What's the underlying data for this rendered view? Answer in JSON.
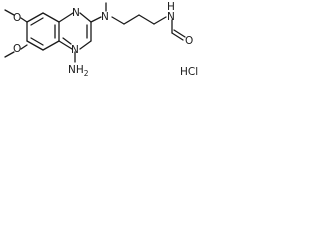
{
  "molecule": {
    "atoms": {
      "methoxy_o_top": "O",
      "methoxy_o_bottom": "O",
      "ring_n_top": "N",
      "ring_n_bottom": "N",
      "amine_n": "N",
      "amide_nh": "N",
      "amide_nh_h": "H",
      "formyl_o": "O",
      "amino_group": "NH",
      "amino_subscript": "2"
    },
    "salt": "HCl"
  },
  "colors": {
    "bond": "#1a1a1a",
    "label": "#1a1a1a",
    "background": "#ffffff"
  }
}
